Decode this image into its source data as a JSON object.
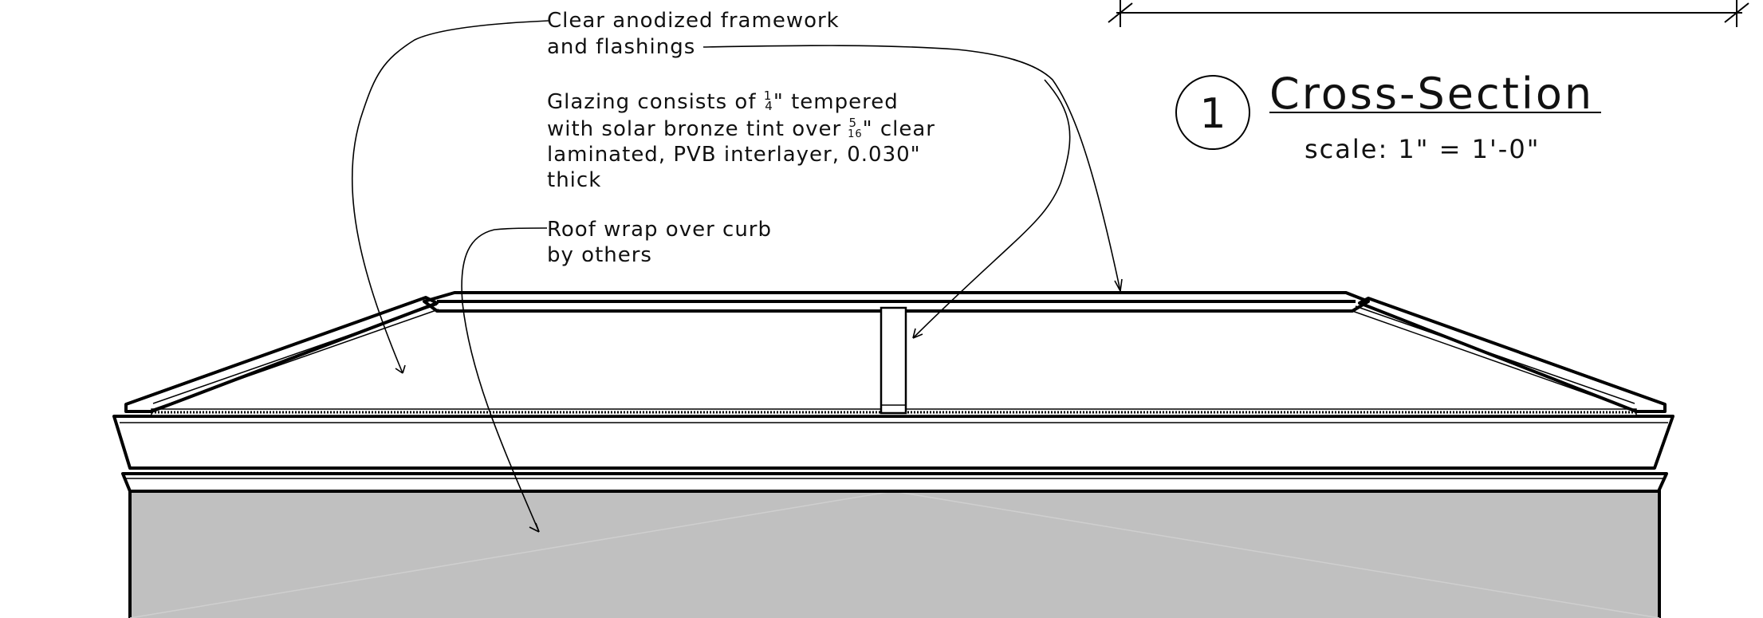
{
  "notes": {
    "framework_line1": "Clear anodized framework",
    "framework_line2": "and flashings",
    "glazing_line1_a": "Glazing consists of ",
    "glazing_line1_frac_num": "1",
    "glazing_line1_frac_den": "4",
    "glazing_line1_b": "\" tempered",
    "glazing_line2_a": "with solar bronze tint over ",
    "glazing_line2_frac_num": "5",
    "glazing_line2_frac_den": "16",
    "glazing_line2_b": "\" clear",
    "glazing_line3": "laminated, PVB interlayer, 0.030\"",
    "glazing_line4": "thick",
    "roofwrap_line1": "Roof wrap over curb",
    "roofwrap_line2": "by others"
  },
  "title_block": {
    "detail_number": "1",
    "title": "Cross-Section",
    "scale": "scale: 1\" = 1'-0\""
  },
  "colors": {
    "curb_fill": "#c0c0c0",
    "line": "#000000"
  }
}
